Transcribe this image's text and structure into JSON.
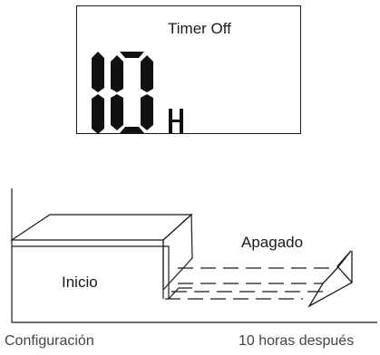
{
  "display": {
    "label": "Timer Off",
    "digits": "10",
    "unit": "H"
  },
  "diagram": {
    "block_label": "Inicio",
    "arrow_label": "Apagado"
  },
  "captions": {
    "left": "Configuración",
    "right": "10 horas después"
  }
}
